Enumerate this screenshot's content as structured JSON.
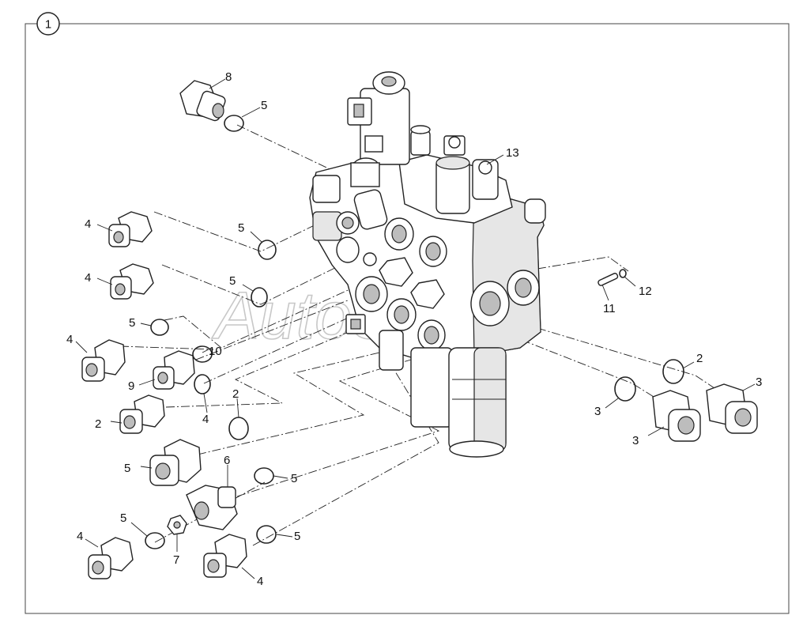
{
  "figure": {
    "badge": "1",
    "watermark": "AutoSoft"
  },
  "callouts": [
    {
      "id": "c8",
      "text": "8"
    },
    {
      "id": "c5a",
      "text": "5"
    },
    {
      "id": "c13",
      "text": "13"
    },
    {
      "id": "c4a",
      "text": "4"
    },
    {
      "id": "c5b",
      "text": "5"
    },
    {
      "id": "c4b",
      "text": "4"
    },
    {
      "id": "c5c",
      "text": "5"
    },
    {
      "id": "c12",
      "text": "12"
    },
    {
      "id": "c11",
      "text": "11"
    },
    {
      "id": "c5d",
      "text": "5"
    },
    {
      "id": "c4c",
      "text": "4"
    },
    {
      "id": "c10",
      "text": "10"
    },
    {
      "id": "c9",
      "text": "9"
    },
    {
      "id": "c2a",
      "text": "2"
    },
    {
      "id": "c2b",
      "text": "2"
    },
    {
      "id": "c3a",
      "text": "3"
    },
    {
      "id": "c2c",
      "text": "2"
    },
    {
      "id": "c4d",
      "text": "4"
    },
    {
      "id": "c5e",
      "text": "5"
    },
    {
      "id": "c3b",
      "text": "3"
    },
    {
      "id": "c3c",
      "text": "3"
    },
    {
      "id": "c6",
      "text": "6"
    },
    {
      "id": "c5f",
      "text": "5"
    },
    {
      "id": "c5g",
      "text": "5"
    },
    {
      "id": "c4e",
      "text": "4"
    },
    {
      "id": "c7",
      "text": "7"
    },
    {
      "id": "c5h",
      "text": "5"
    },
    {
      "id": "c4f",
      "text": "4"
    }
  ]
}
